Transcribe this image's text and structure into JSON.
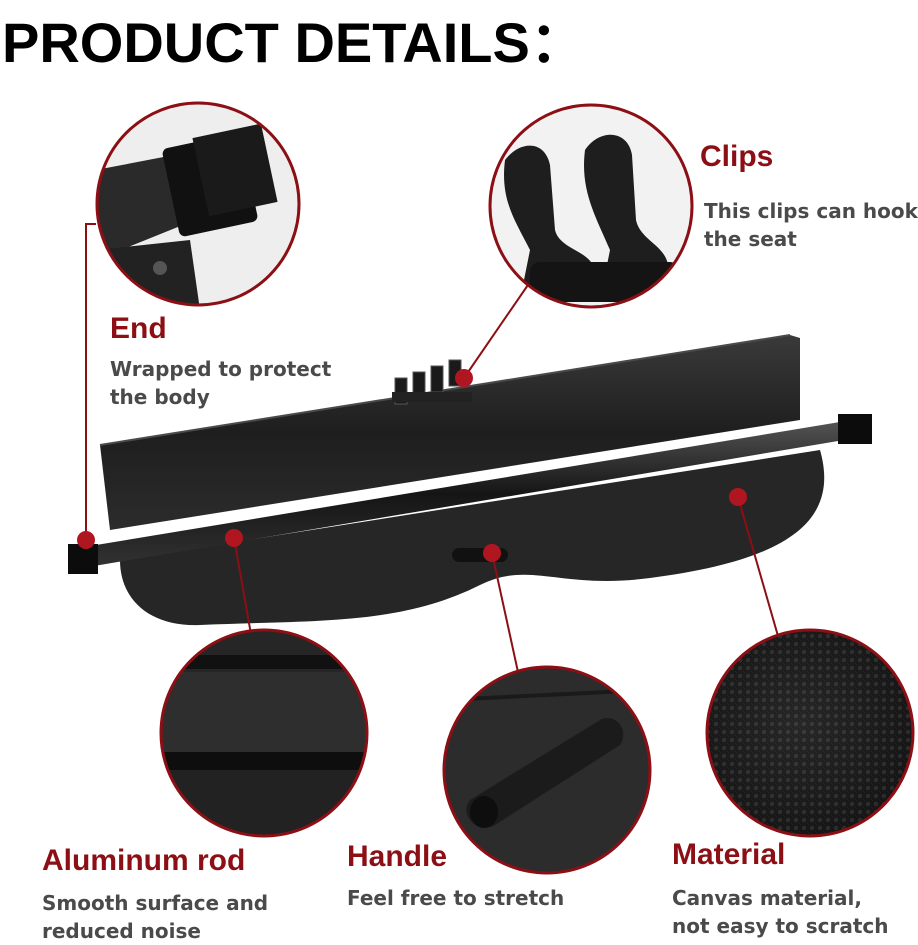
{
  "title": "PRODUCT DETAILS：",
  "accent_color": "#8b0f14",
  "features": [
    {
      "id": "end",
      "heading": "End",
      "lines": [
        "Wrapped to protect",
        "the body"
      ]
    },
    {
      "id": "clips",
      "heading": "Clips",
      "lines": [
        "This clips can hook",
        "the seat"
      ]
    },
    {
      "id": "aluminum-rod",
      "heading": "Aluminum rod",
      "lines": [
        "Smooth surface and",
        "reduced noise"
      ]
    },
    {
      "id": "handle",
      "heading": "Handle",
      "lines": [
        "Feel free to stretch"
      ]
    },
    {
      "id": "material",
      "heading": "Material",
      "lines": [
        "Canvas material,",
        "not easy to scratch"
      ]
    }
  ]
}
